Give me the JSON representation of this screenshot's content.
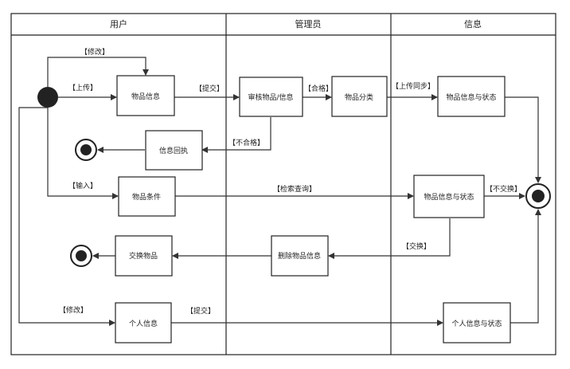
{
  "lanes": {
    "user": "用户",
    "admin": "管理员",
    "info": "信息"
  },
  "nodes": {
    "item_info": "物品信息",
    "review": "审核物品/信息",
    "classify": "物品分类",
    "info_status_top": "物品信息与状态",
    "receipt": "信息回执",
    "item_condition": "物品条件",
    "info_status_mid": "物品信息与状态",
    "exchange_item": "交换物品",
    "delete_info": "删除物品信息",
    "personal_info": "个人信息",
    "personal_status": "个人信息与状态"
  },
  "edges": {
    "modify_top": "【修改】",
    "upload": "【上传】",
    "submit_top": "【提交】",
    "pass": "【合格】",
    "upload_sync": "【上传同步】",
    "fail": "【不合格】",
    "input": "【输入】",
    "search": "【检索查询】",
    "no_exchange": "【不交换】",
    "exchange": "【交换】",
    "modify_bottom": "【修改】",
    "submit_bottom": "【提交】"
  }
}
